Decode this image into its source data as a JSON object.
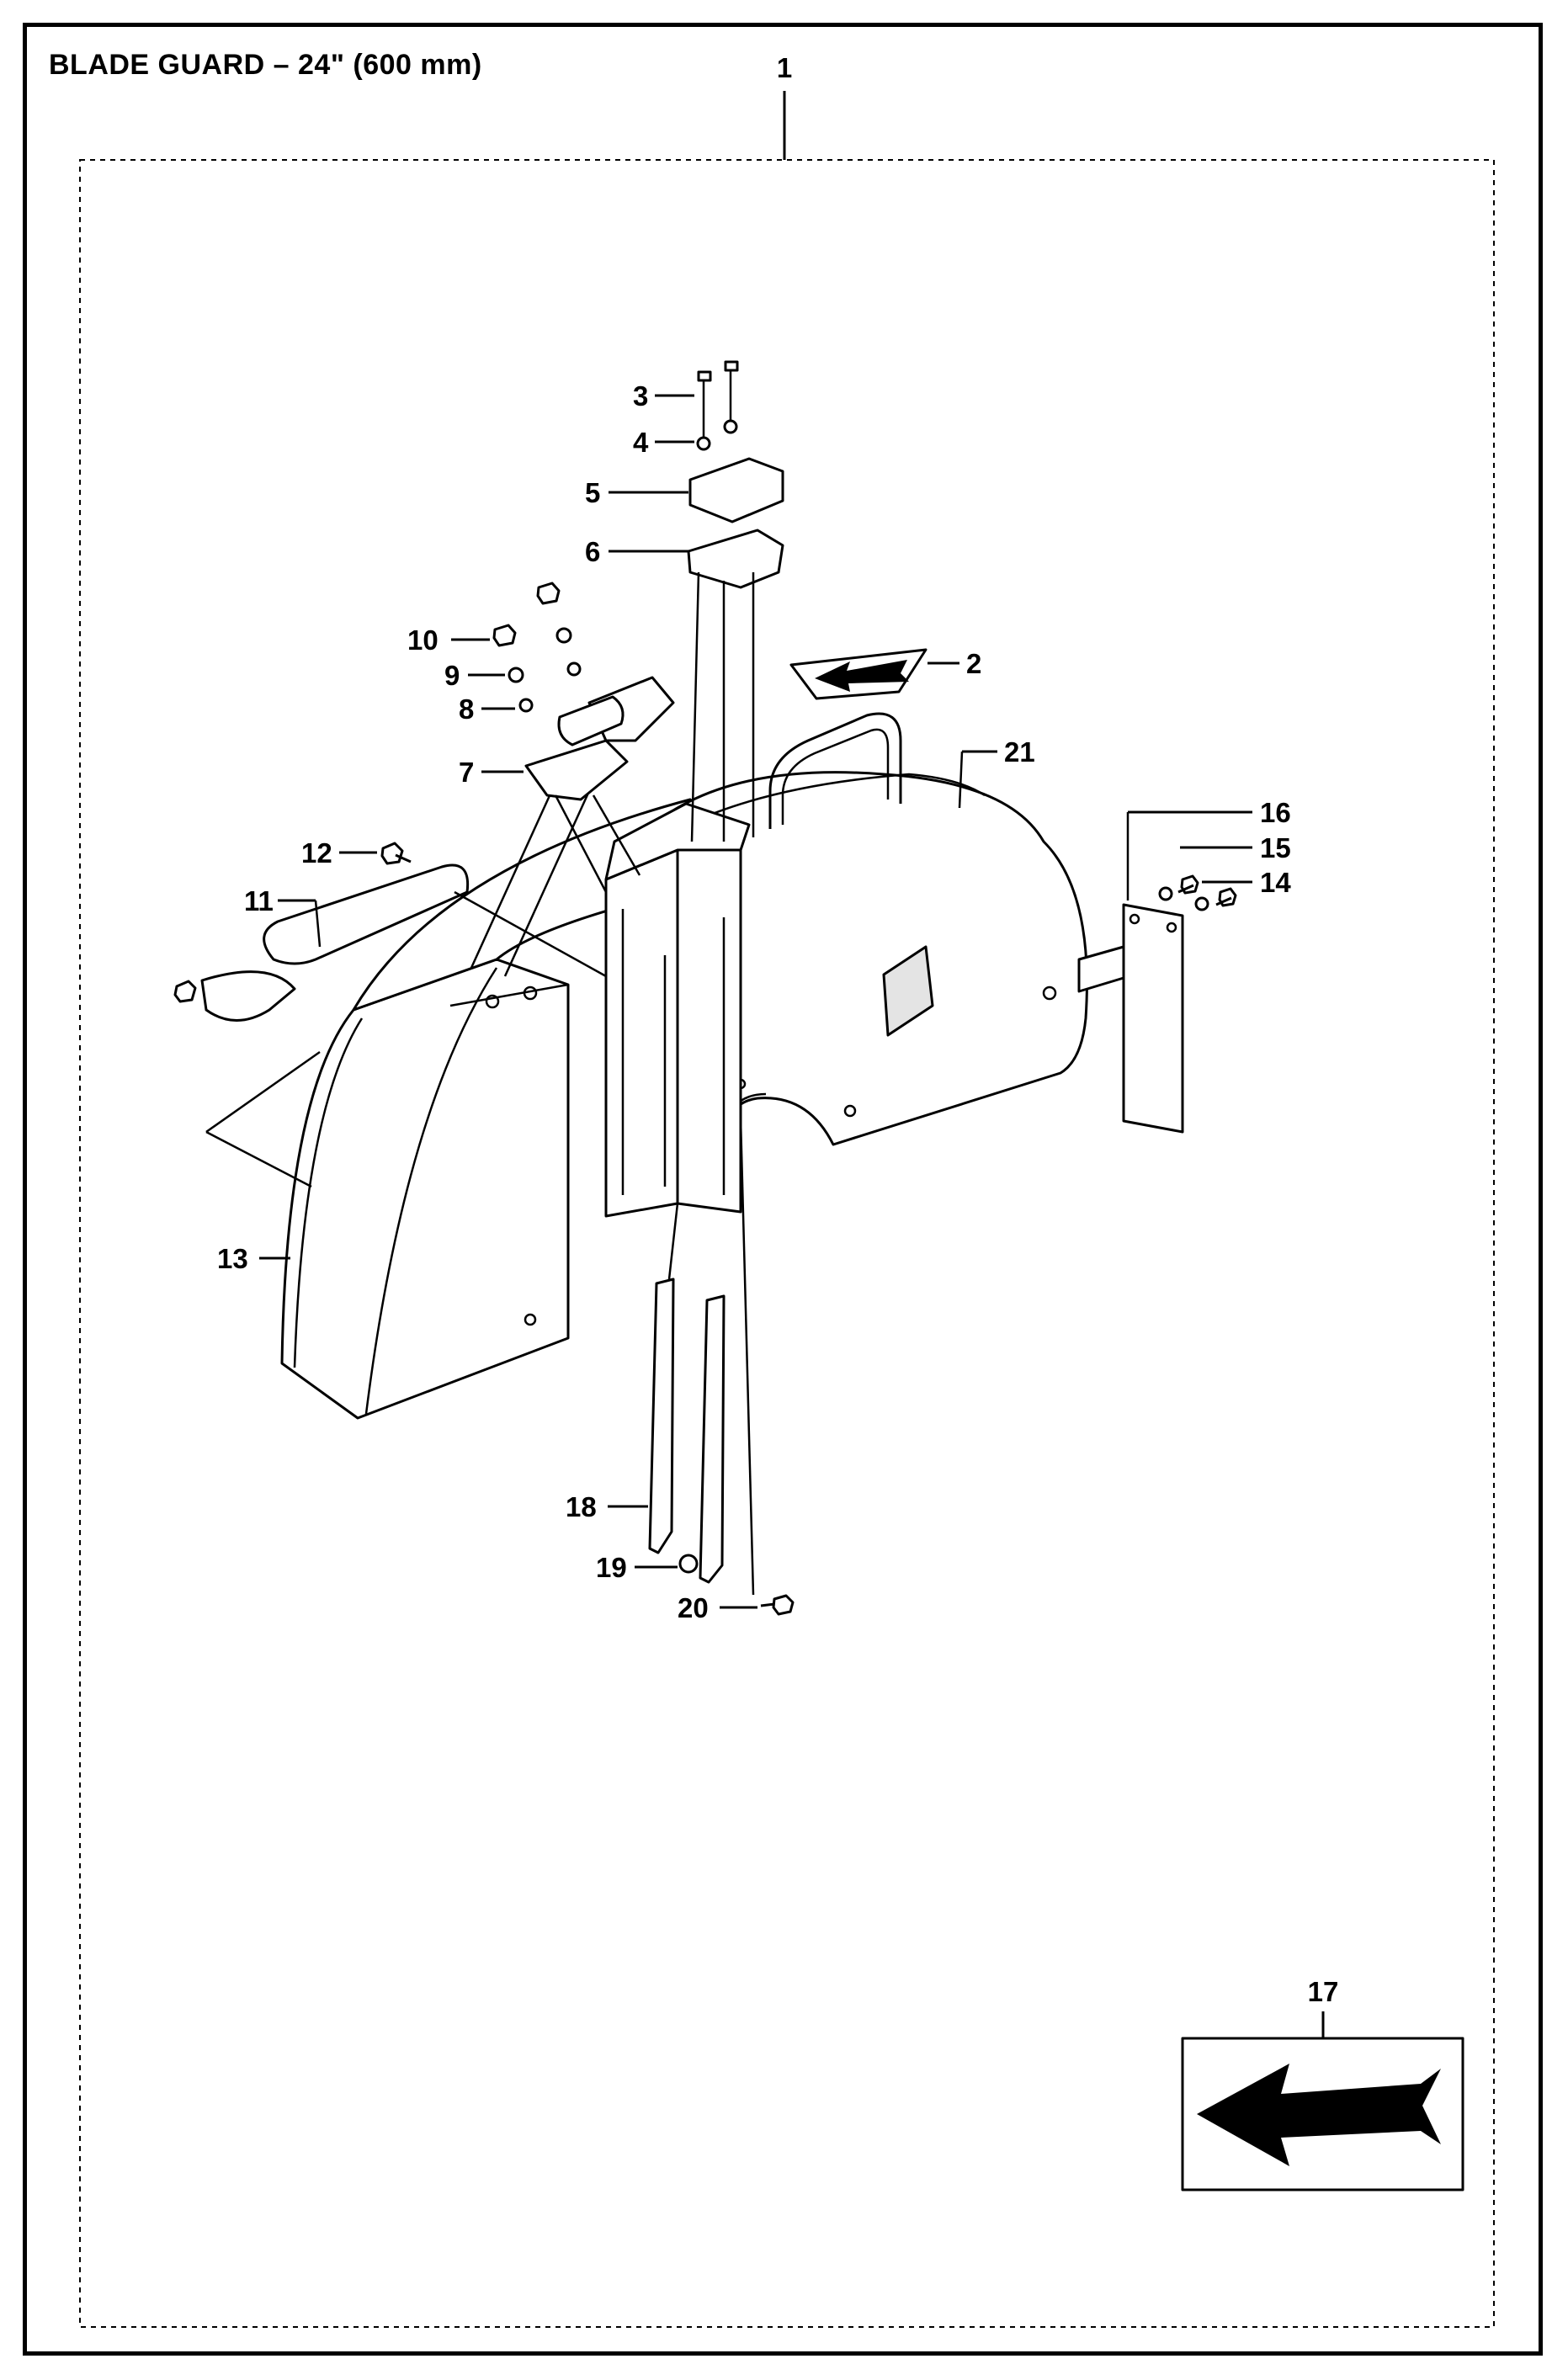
{
  "header": {
    "title": "BLADE GUARD – 24\" (600 mm)"
  },
  "diagram": {
    "parts": [
      {
        "id": "1",
        "label": "1"
      },
      {
        "id": "2",
        "label": "2"
      },
      {
        "id": "3",
        "label": "3"
      },
      {
        "id": "4",
        "label": "4"
      },
      {
        "id": "5",
        "label": "5"
      },
      {
        "id": "6",
        "label": "6"
      },
      {
        "id": "7",
        "label": "7"
      },
      {
        "id": "8",
        "label": "8"
      },
      {
        "id": "9",
        "label": "9"
      },
      {
        "id": "10",
        "label": "10"
      },
      {
        "id": "11",
        "label": "11"
      },
      {
        "id": "12",
        "label": "12"
      },
      {
        "id": "13",
        "label": "13"
      },
      {
        "id": "14",
        "label": "14"
      },
      {
        "id": "15",
        "label": "15"
      },
      {
        "id": "16",
        "label": "16"
      },
      {
        "id": "17",
        "label": "17"
      },
      {
        "id": "18",
        "label": "18"
      },
      {
        "id": "19",
        "label": "19"
      },
      {
        "id": "20",
        "label": "20"
      },
      {
        "id": "21",
        "label": "21"
      }
    ]
  },
  "colors": {
    "line": "#000000",
    "background": "#ffffff",
    "shade": "#e4e4e4"
  }
}
